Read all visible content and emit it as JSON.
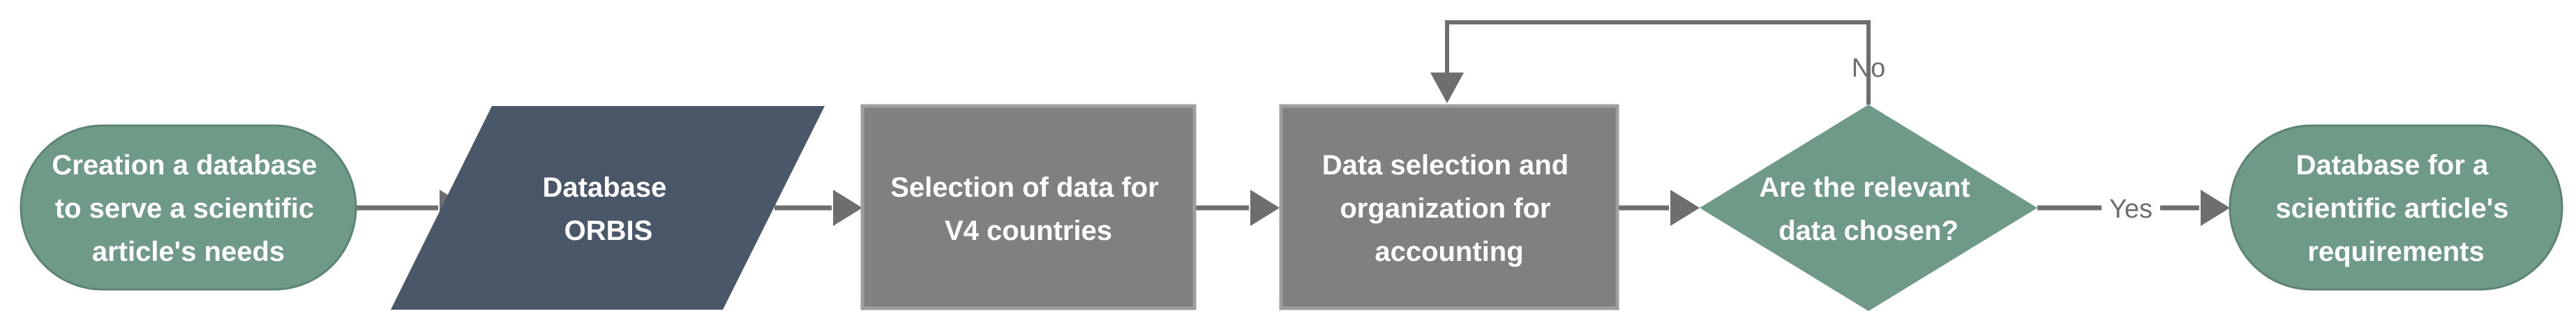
{
  "diagram": {
    "type": "flowchart",
    "colors": {
      "terminal_fill": "#6f9a88",
      "terminal_stroke": "#5b8472",
      "data_fill": "#4a5768",
      "process_fill": "#808080",
      "process_stroke": "#9e9e9e",
      "decision_fill": "#6f9a88",
      "edge": "#6e6e6e",
      "node_text": "#ffffff",
      "edge_text": "#6e6e6e"
    },
    "nodes": [
      {
        "id": "start",
        "shape": "terminal",
        "lines": [
          "Creation a database",
          "to serve a scientific",
          "article's needs"
        ]
      },
      {
        "id": "orbis",
        "shape": "data",
        "lines": [
          "Database",
          "ORBIS"
        ]
      },
      {
        "id": "selection",
        "shape": "process",
        "lines": [
          "Selection of data for",
          "V4 countries"
        ]
      },
      {
        "id": "organization",
        "shape": "process",
        "lines": [
          "Data selection and",
          "organization for",
          "accounting"
        ]
      },
      {
        "id": "decision",
        "shape": "decision",
        "lines": [
          "Are the relevant",
          "data chosen?"
        ]
      },
      {
        "id": "end",
        "shape": "terminal",
        "lines": [
          "Database for a",
          "scientific article's",
          "requirements"
        ]
      }
    ],
    "edges": [
      {
        "from": "start",
        "to": "orbis",
        "label": ""
      },
      {
        "from": "orbis",
        "to": "selection",
        "label": ""
      },
      {
        "from": "selection",
        "to": "organization",
        "label": ""
      },
      {
        "from": "organization",
        "to": "decision",
        "label": ""
      },
      {
        "from": "decision",
        "to": "end",
        "label": "Yes"
      },
      {
        "from": "decision",
        "to": "organization",
        "label": "No"
      }
    ]
  }
}
